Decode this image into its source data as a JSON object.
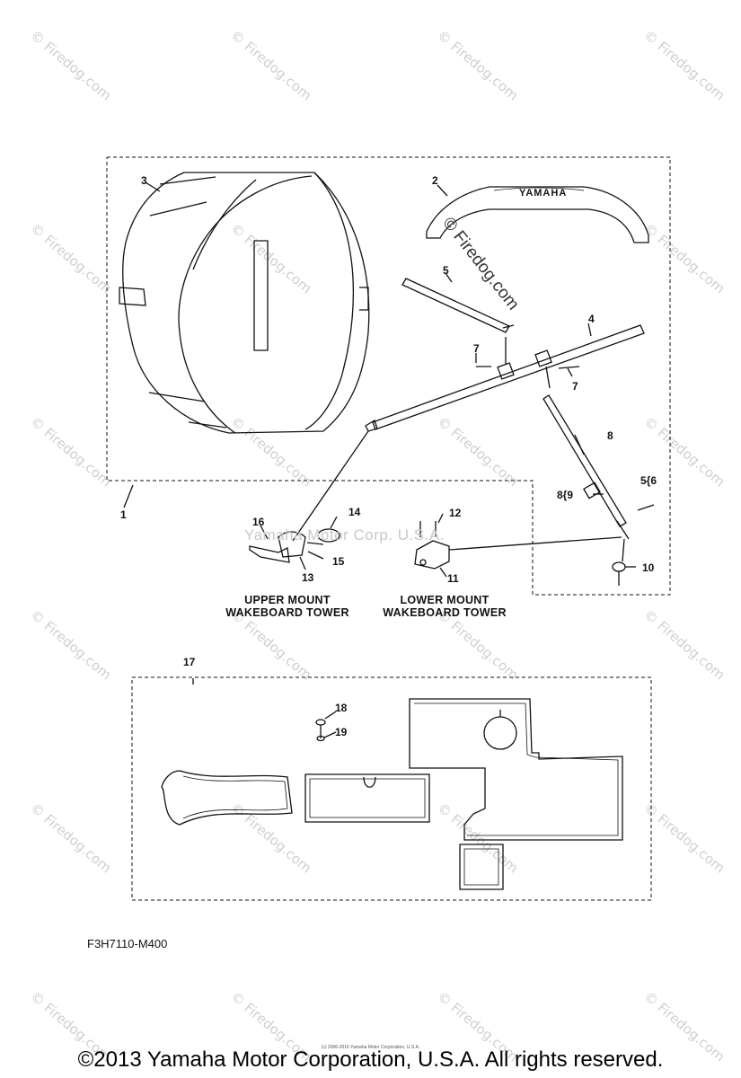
{
  "watermark": {
    "text": "© Firedog.com",
    "center_text": "Yamaha Motor Corp. U.S.A.",
    "diagram_text": "© Firedog.com"
  },
  "labels": {
    "p1": "1",
    "p2": "2",
    "p3": "3",
    "p4": "4",
    "p5": "5",
    "p7a": "7",
    "p7b": "7",
    "p8": "8",
    "p8_9": "8{9",
    "p5_6": "5{6",
    "p10": "10",
    "p11": "11",
    "p12": "12",
    "p13": "13",
    "p14": "14",
    "p15": "15",
    "p16": "16",
    "p17": "17",
    "p18": "18",
    "p19": "19"
  },
  "captions": {
    "upper_line1": "UPPER  MOUNT",
    "upper_line2": "WAKEBOARD TOWER",
    "lower_line1": "LOWER  MOUNT",
    "lower_line2": "WAKEBOARD TOWER"
  },
  "diagram_code": "F3H7110-M400",
  "cover_brand": "YAMAHA",
  "footer": {
    "copyright": "©2013 Yamaha Motor Corporation, U.S.A. All rights reserved.",
    "tiny": "(c) 2006-2016 Yamaha Motor Corporation, U.S.A."
  }
}
